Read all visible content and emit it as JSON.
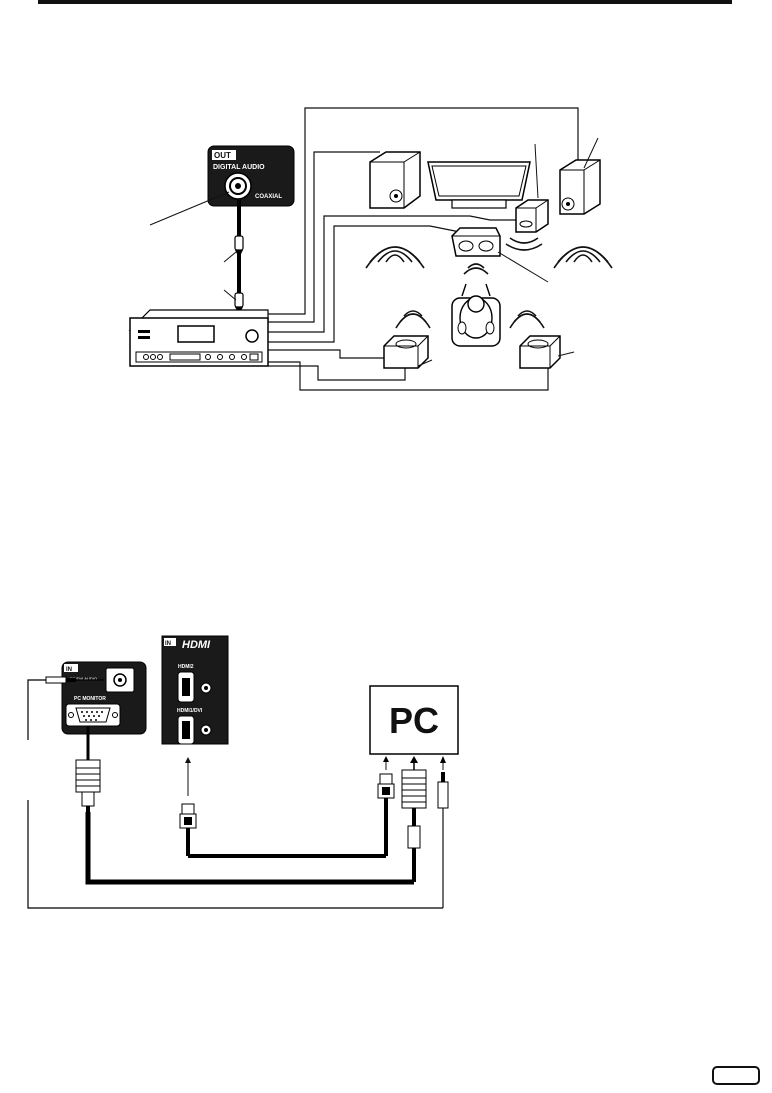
{
  "coax_panel": {
    "out_label": "OUT",
    "digital_audio_label": "DIGITAL AUDIO",
    "coaxial_label": "COAXIAL"
  },
  "tv_panel": {
    "in_label": "IN",
    "pc_monitor_label": "PC MONITOR",
    "audio_jack_label": "PC/DVI AUDIO"
  },
  "hdmi_panel": {
    "in_label": "IN",
    "logo": "HDMI",
    "hdmi2_label": "HDMI2",
    "hdmi1_label": "HDMI1/DVI"
  },
  "pc_box": {
    "label": "PC"
  },
  "page_badge": {
    "text": ""
  }
}
